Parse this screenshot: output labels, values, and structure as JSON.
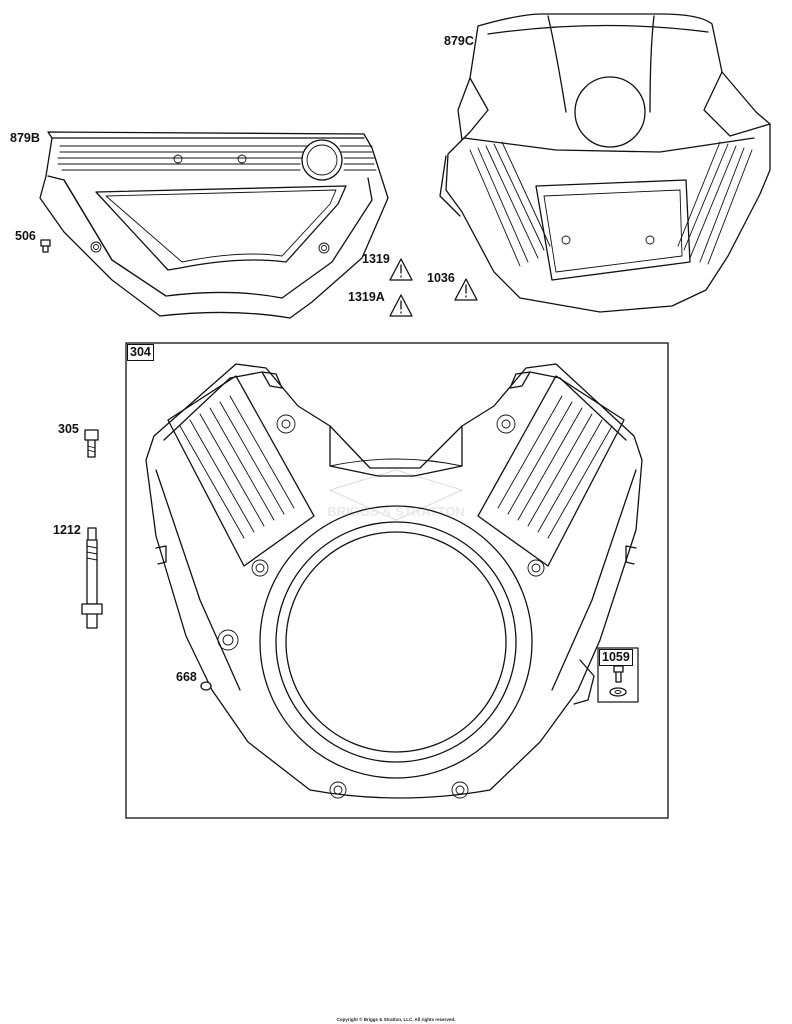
{
  "callouts": {
    "c879b": "879B",
    "c879c": "879C",
    "c506": "506",
    "c1319": "1319",
    "c1319a": "1319A",
    "c1036": "1036",
    "c304": "304",
    "c305": "305",
    "c1212": "1212",
    "c668": "668",
    "c1059": "1059"
  },
  "watermark": "BRIGGS & STRATTON",
  "footer": {
    "copyright": "Copyright © Briggs & Stratton, LLC. All rights reserved."
  }
}
